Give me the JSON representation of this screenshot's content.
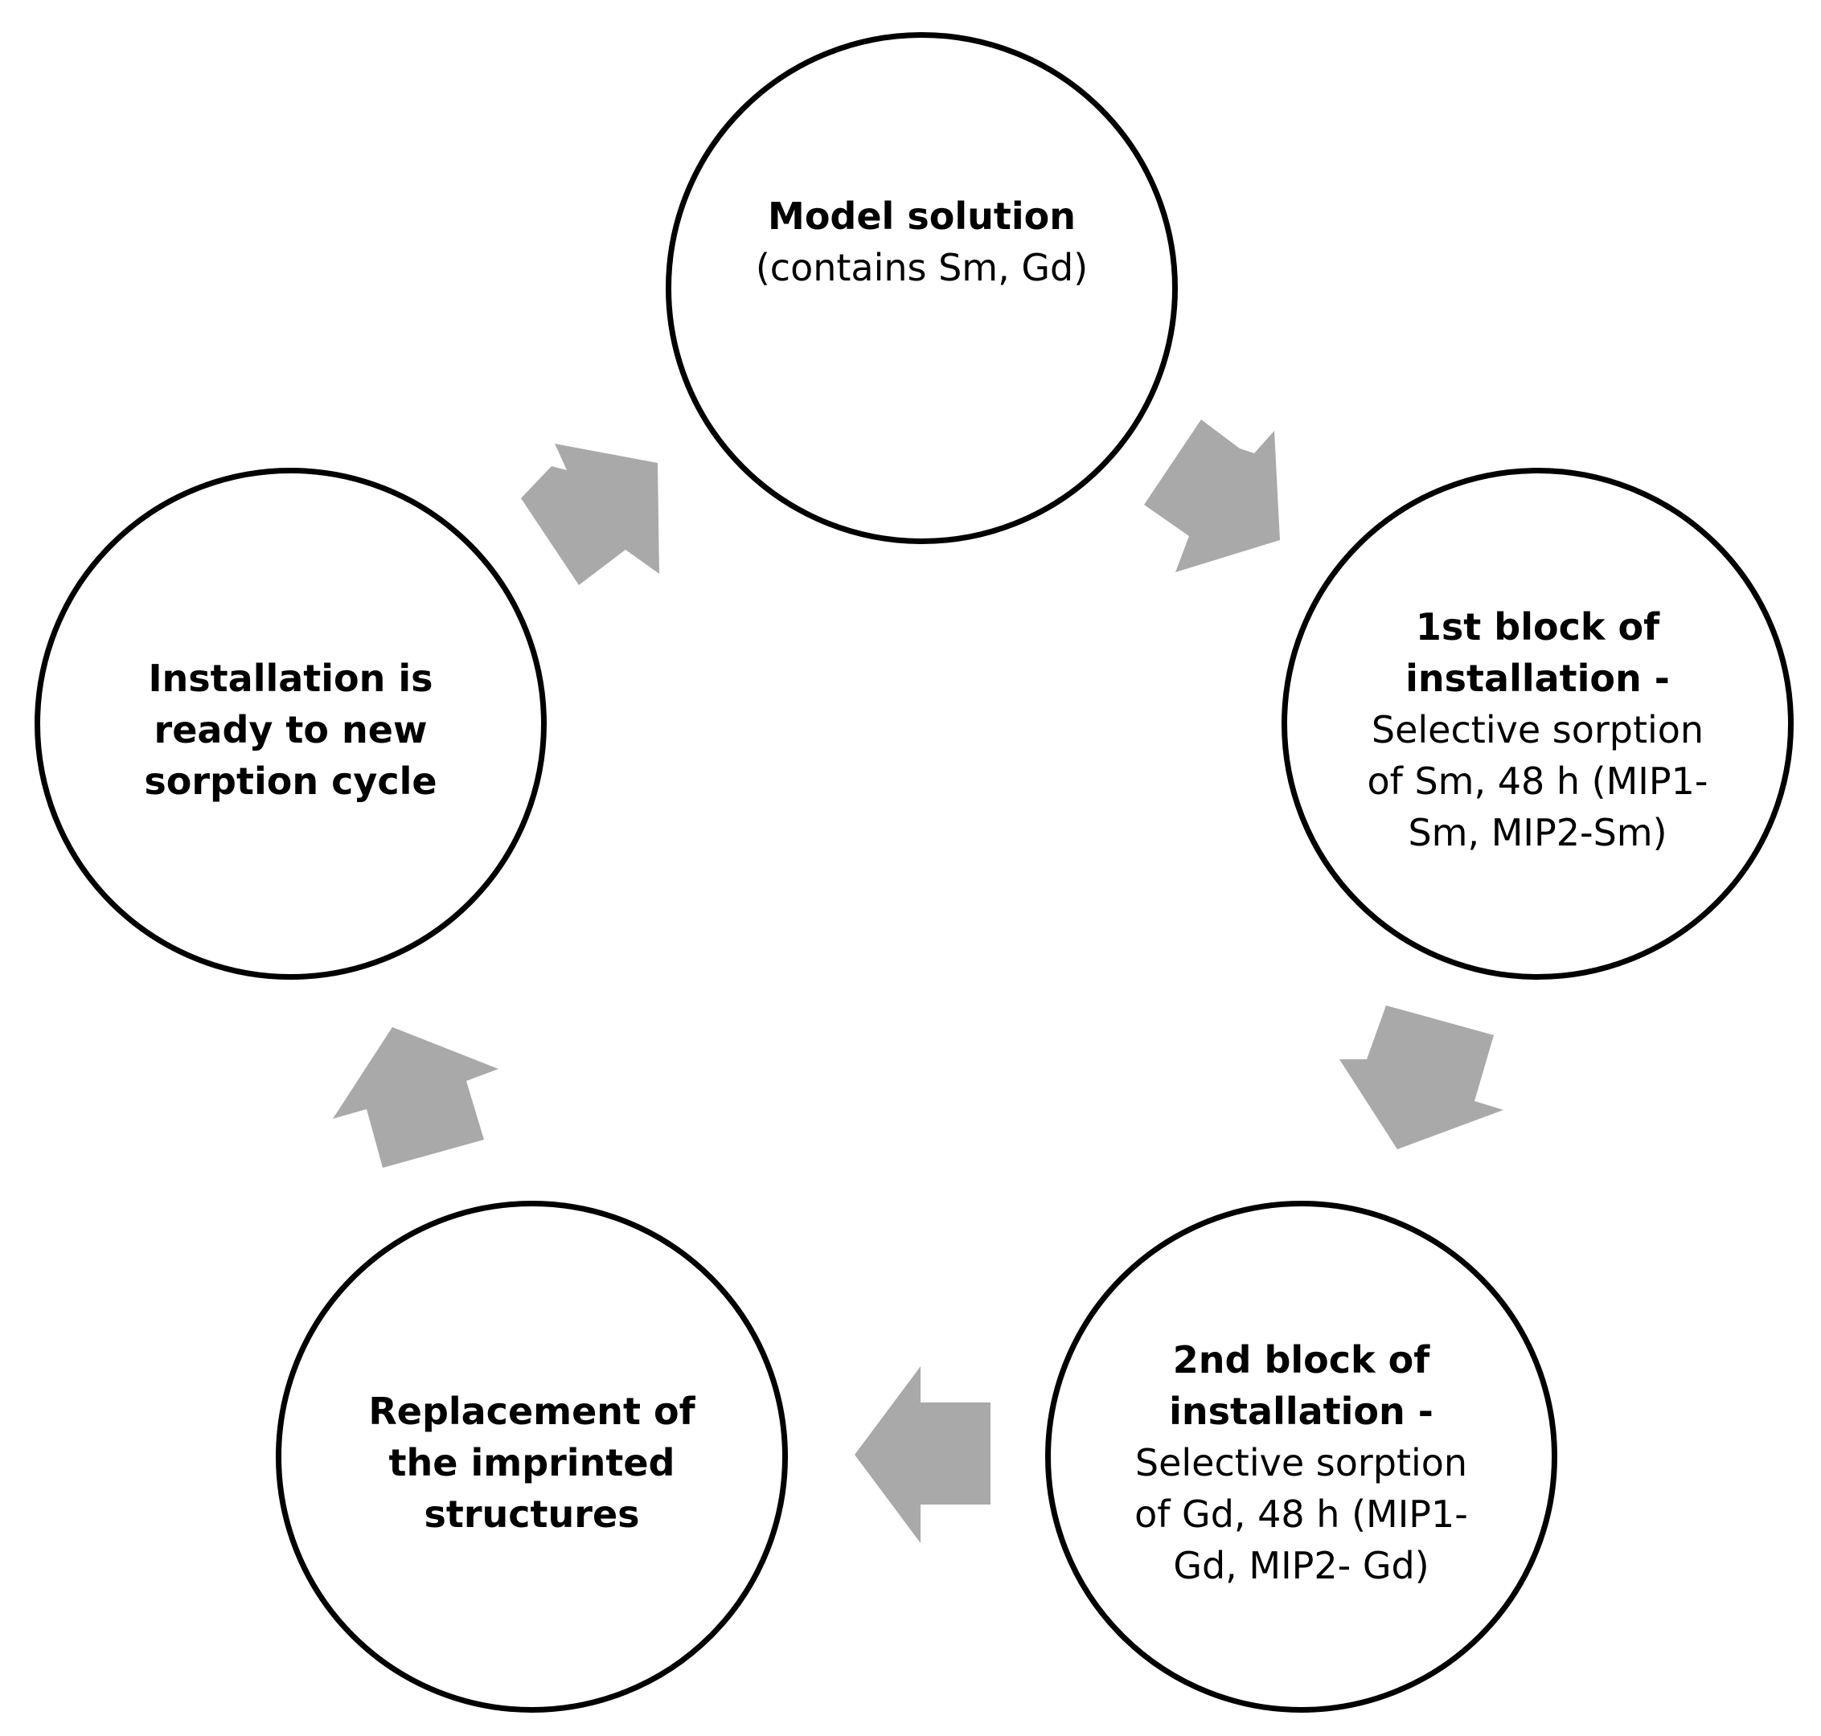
{
  "diagram": {
    "nodes": [
      {
        "title": "Model solution",
        "detail": "(contains Sm, Gd)"
      },
      {
        "title": "1st block of installation -",
        "detail": "Selective sorption of Sm, 48 h (MIP1-Sm, MIP2-Sm)"
      },
      {
        "title": "2nd block of installation -",
        "detail": "Selective sorption of Gd, 48 h (MIP1-Gd, MIP2- Gd)"
      },
      {
        "title": "Replacement of the imprinted structures",
        "detail": ""
      },
      {
        "title": "Installation is ready to new sorption cycle",
        "detail": ""
      }
    ],
    "colors": {
      "circle_stroke": "#000000",
      "arrow_fill": "#a9a9a9",
      "background": "#ffffff"
    }
  }
}
